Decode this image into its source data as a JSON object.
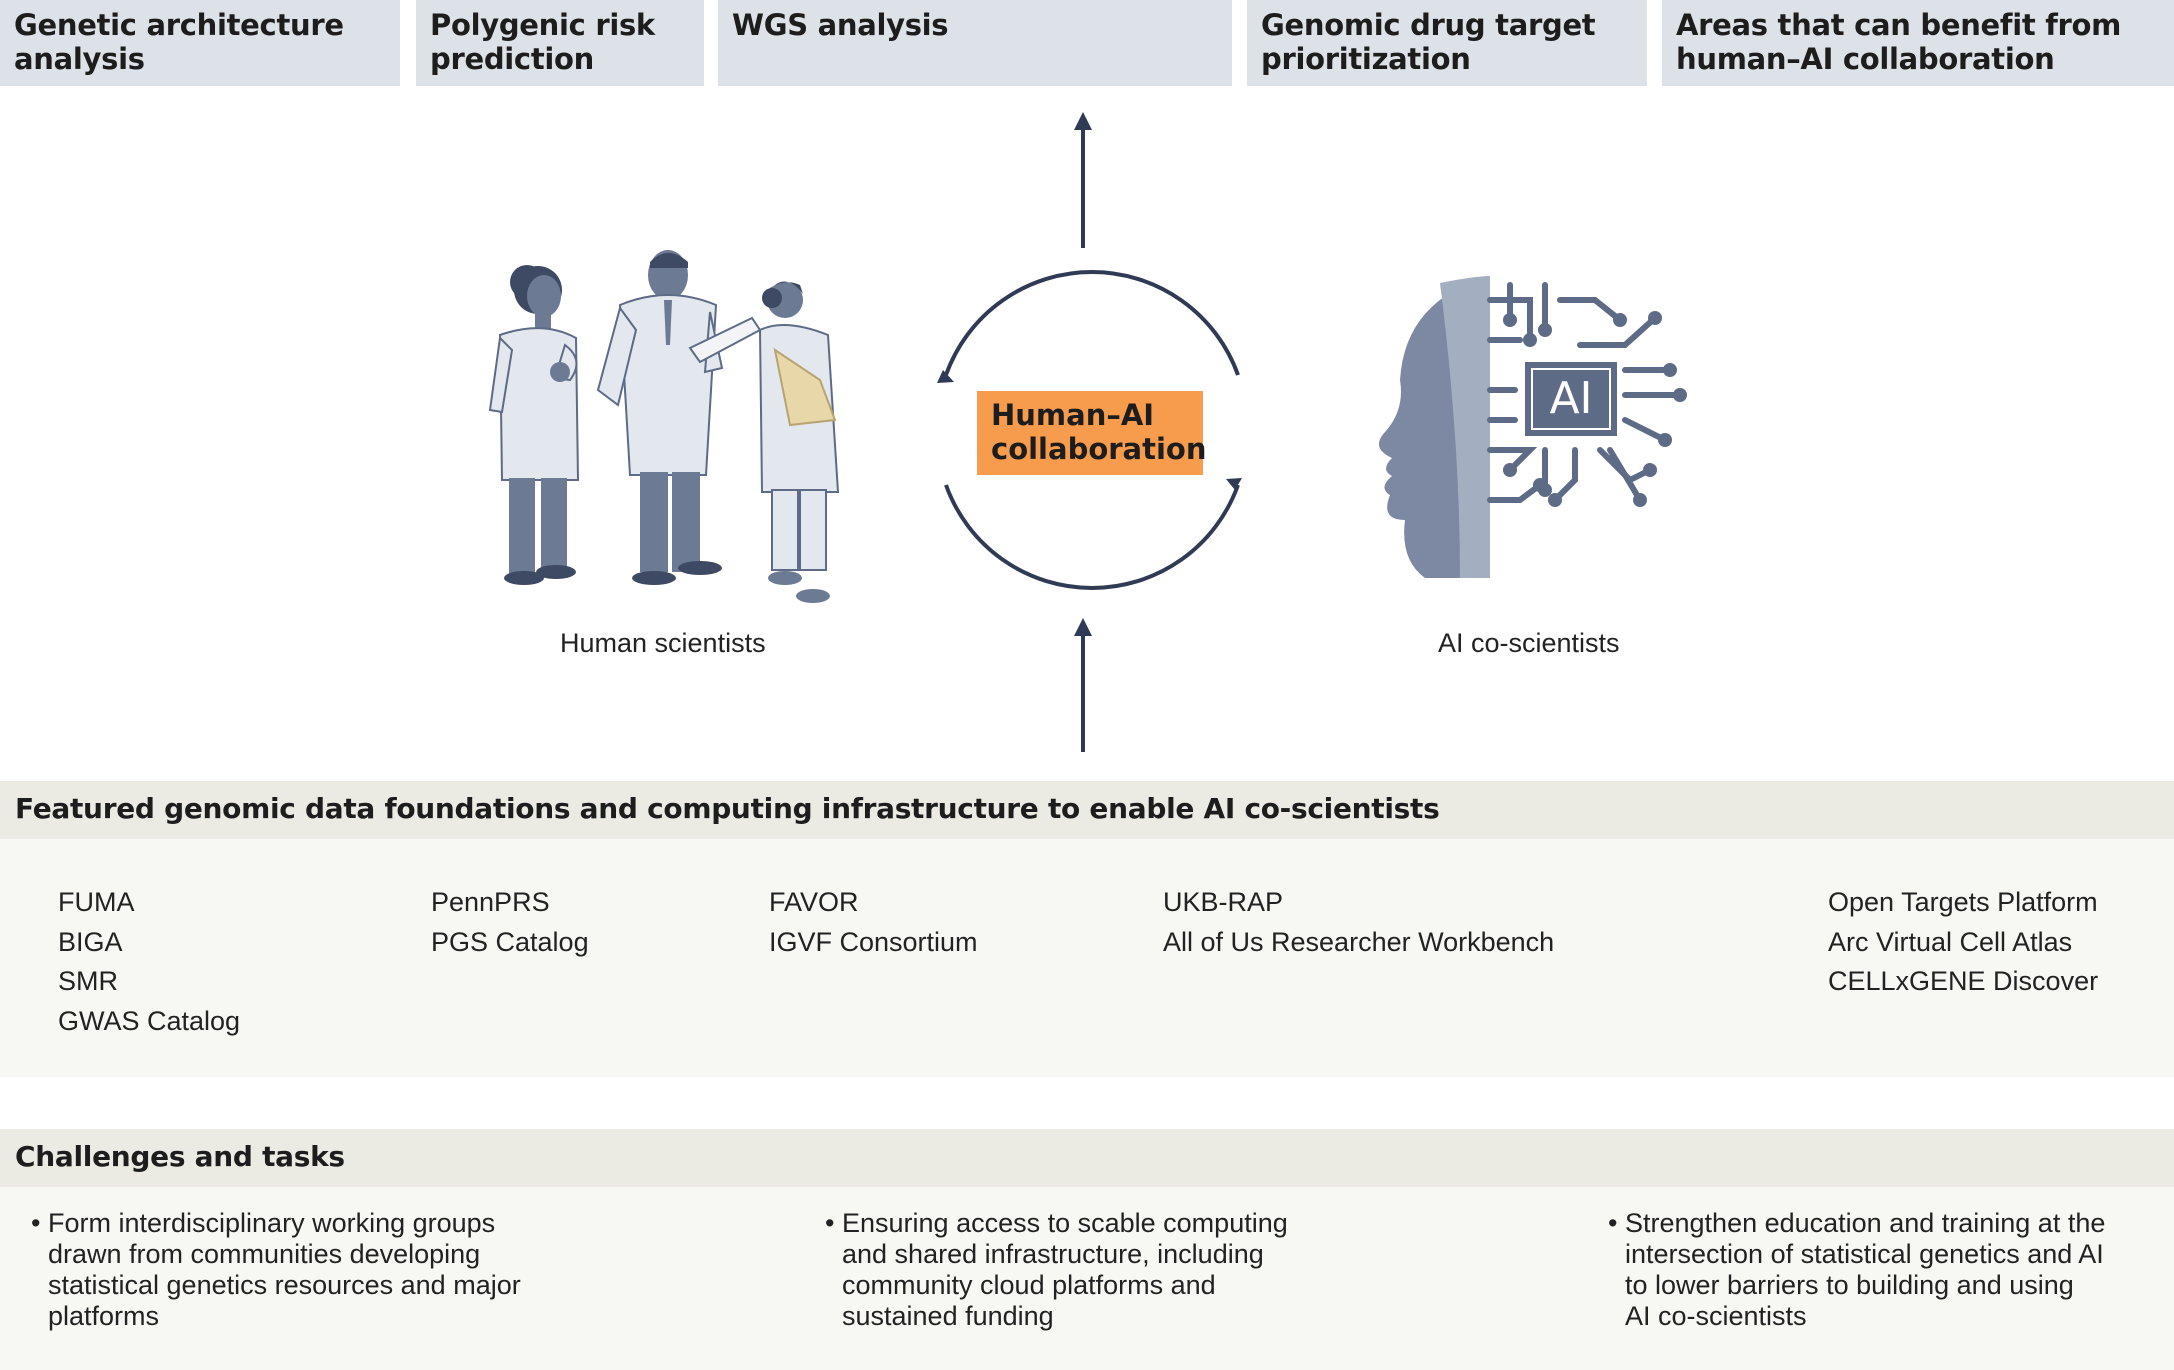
{
  "top_headers": [
    "Genetic architecture analysis",
    "Polygenic risk prediction",
    "WGS analysis",
    "Genomic drug target prioritization",
    "Areas that can benefit from human–AI collaboration"
  ],
  "center": {
    "label": "Human–AI collaboration",
    "left_caption": "Human scientists",
    "right_caption": "AI co-scientists",
    "chip_text": "AI"
  },
  "foundations": {
    "title": "Featured genomic data foundations and computing infrastructure to enable AI co-scientists",
    "columns": [
      [
        "FUMA",
        "BIGA",
        "SMR",
        "GWAS Catalog"
      ],
      [
        "PennPRS",
        "PGS Catalog"
      ],
      [
        "FAVOR",
        "IGVF Consortium"
      ],
      [
        "UKB-RAP",
        "All of Us Researcher Workbench"
      ],
      [
        "Open Targets Platform",
        "Arc Virtual Cell Atlas",
        "CELLxGENE Discover"
      ]
    ]
  },
  "challenges": {
    "title": "Challenges and tasks",
    "bullet_char": "•",
    "items": [
      "Form interdisciplinary working groups\ndrawn from communities developing\nstatistical genetics resources and major\nplatforms",
      "Ensuring access to scable computing\nand shared infrastructure, including\ncommunity cloud platforms and\nsustained funding",
      "Strengthen education and training at the\nintersection of statistical genetics and AI\nto lower barriers to building and using\nAI co-scientists"
    ]
  },
  "colors": {
    "header_bg": "#dde1e8",
    "accent_orange": "#f79b4d",
    "arrow_navy": "#2f3a54",
    "figure_slate": "#5d6b86",
    "coat_light": "#e3e7ee",
    "band_title_bg": "#ebebe4",
    "band_body_bg": "#f7f7f3"
  }
}
